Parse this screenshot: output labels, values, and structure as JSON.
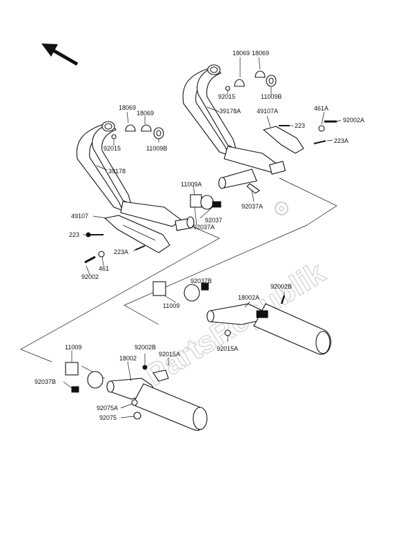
{
  "watermark": "PartsRepublik",
  "labels": {
    "p18069_a": "18069",
    "p18069_b": "18069",
    "p18069_c": "18069",
    "p18069_d": "18069",
    "p92015_l": "92015",
    "p92015_r": "92015",
    "p11009b_l": "11009B",
    "p11009b_r": "11009B",
    "p39178": "39178",
    "p39178a": "39178A",
    "p49107": "49107",
    "p49107a": "49107A",
    "p223_l": "223",
    "p223_r": "223",
    "p223a_l": "223A",
    "p223a_r": "223A",
    "p461": "461",
    "p461a": "461A",
    "p92002": "92002",
    "p92002a": "92002A",
    "p11009a": "11009A",
    "p92037": "92037",
    "p92037a_l": "92037A",
    "p92037a_r": "92037A",
    "p92037b_top": "92037B",
    "p92037b_bot": "92037B",
    "p11009_mid": "11009",
    "p11009_bot": "11009",
    "p92002b_r": "92002B",
    "p92002b_l": "92002B",
    "p18002a": "18002A",
    "p18002": "18002",
    "p92015a_r": "92015A",
    "p92015a_l": "92015A",
    "p92075a": "92075A",
    "p92075": "92075"
  }
}
